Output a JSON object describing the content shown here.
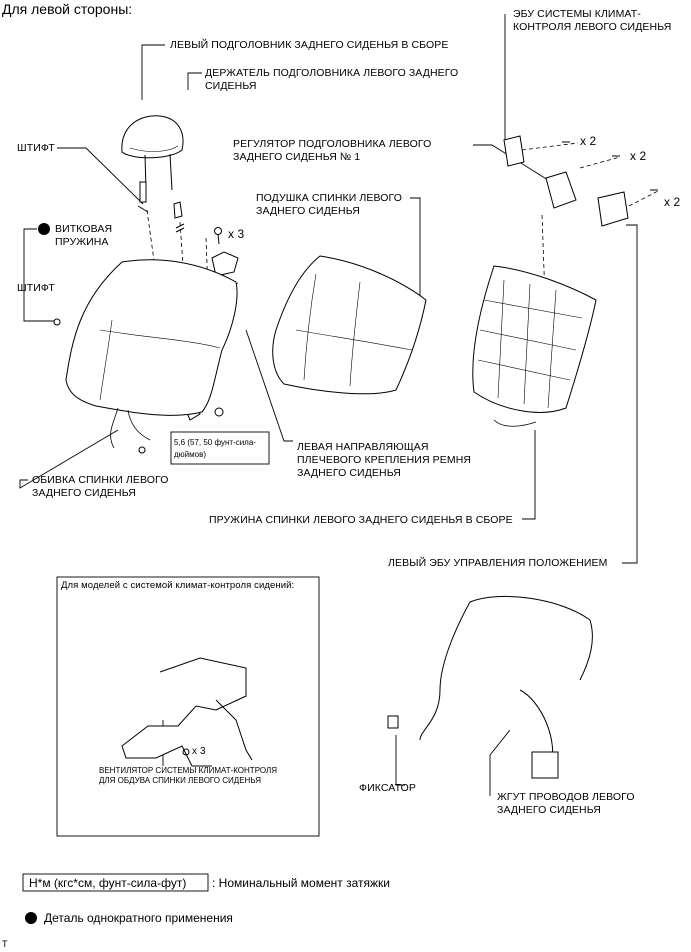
{
  "title": "Для левой стороны:",
  "labels": {
    "headrest": "ЛЕВЫЙ ПОДГОЛОВНИК ЗАДНЕГО СИДЕНЬЯ В СБОРЕ",
    "holder_1": "ДЕРЖАТЕЛЬ ПОДГОЛОВНИКА ЛЕВОГО ЗАДНЕГО",
    "holder_2": "СИДЕНЬЯ",
    "pin_top": "ШТИФТ",
    "coil_1": "ВИТКОВАЯ",
    "coil_2": "ПРУЖИНА",
    "pin_left": "ШТИФТ",
    "adjuster_1": "РЕГУЛЯТОР ПОДГОЛОВНИКА ЛЕВОГО",
    "adjuster_2": "ЗАДНЕГО СИДЕНЬЯ № 1",
    "pad_1": "ПОДУШКА СПИНКИ ЛЕВОГО",
    "pad_2": "ЗАДНЕГО СИДЕНЬЯ",
    "ecu_climate_1": "ЭБУ СИСТЕМЫ КЛИМАТ-",
    "ecu_climate_2": "КОНТРОЛЯ ЛЕВОГО СИДЕНЬЯ",
    "x3": "x 3",
    "x2_a": "x 2",
    "x2_b": "x 2",
    "x2_c": "x 2",
    "torque_1": "5,6 (57, 50 фунт-сила-",
    "torque_2": "дюймов)",
    "cover_1": "ОБИВКА СПИНКИ ЛЕВОГО",
    "cover_2": "ЗАДНЕГО СИДЕНЬЯ",
    "guide_1": "ЛЕВАЯ НАПРАВЛЯЮЩАЯ",
    "guide_2": "ПЛЕЧЕВОГО КРЕПЛЕНИЯ РЕМНЯ",
    "guide_3": "ЗАДНЕГО СИДЕНЬЯ",
    "spring_assy": "ПРУЖИНА СПИНКИ ЛЕВОГО ЗАДНЕГО СИДЕНЬЯ В СБОРЕ",
    "ecu_position": "ЛЕВЫЙ ЭБУ УПРАВЛЕНИЯ ПОЛОЖЕНИЕМ",
    "inset_title": "Для моделей с системой климат-контроля сидений:",
    "fan_1": "ВЕНТИЛЯТОР СИСТЕМЫ КЛИМАТ-КОНТРОЛЯ",
    "fan_2": "ДЛЯ ОБДУВА СПИНКИ ЛЕВОГО СИДЕНЬЯ",
    "fan_x3": "x 3",
    "retainer": "ФИКСАТОР",
    "harness_1": "ЖГУТ ПРОВОДОВ ЛЕВОГО",
    "harness_2": "ЗАДНЕГО СИДЕНЬЯ"
  },
  "legend": {
    "torque_unit": "Н*м (кгс*см, фунт-сила-фут)",
    "torque_text": ": Номинальный момент затяжки",
    "nonreusable_text": "Деталь однократного применения"
  },
  "footer_mark": "T"
}
